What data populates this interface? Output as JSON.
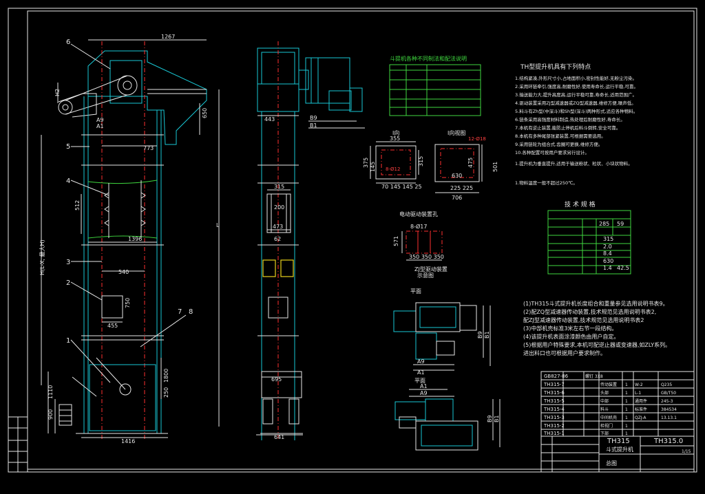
{
  "dims_front": {
    "top_width": "1267",
    "h2": "H2",
    "a9": "A9",
    "a1": "A1",
    "d650": "650",
    "d773": "773",
    "d512": "512",
    "d1396": "1396",
    "d540": "540",
    "d750": "750",
    "d455": "455",
    "d1800": "1800",
    "d250": "250",
    "d1110": "1110",
    "d900": "900",
    "d1416": "1416",
    "h_label": "H(L-X, 最大H)",
    "l_label": "L"
  },
  "part_numbers": [
    "6",
    "5",
    "4",
    "3",
    "2",
    "7",
    "8",
    "1"
  ],
  "dims_side": {
    "d443": "443",
    "b9": "B9",
    "b1": "B1",
    "d315": "315",
    "d200": "200",
    "d473": "473",
    "d62": "62",
    "d695": "695",
    "d641": "641"
  },
  "table1_title": "斗提机各种不同制法和配法说明",
  "opening_views": {
    "in_label": "I向",
    "out_label": "I向视图",
    "d355": "355",
    "d375": "375",
    "d145": "145",
    "d315": "315",
    "in_bottom": "70  145  145  25",
    "d630": "630",
    "d475": "475",
    "d501": "501",
    "d225": "225 225",
    "d706": "706",
    "in_small": "8-Ø12",
    "out_small": "12-Ø18"
  },
  "flange_view": {
    "title": "电动驱动装置孔",
    "small": "8-Ø17",
    "d571": "571",
    "bottom": "350  350  350"
  },
  "drive_view": {
    "title1": "ZJ型驱动装置",
    "title2": "示意图",
    "title3": "平面",
    "a9": "A9",
    "a1": "A1",
    "b9": "B9",
    "b1": "B1",
    "title4": "平面",
    "a1b": "A1",
    "a9b": "A9",
    "b9b": "B9",
    "b1b": "B1"
  },
  "features_title": "TH型提升机具有下列特点",
  "features": [
    "1.结构紧凑,外形尺寸小,占地面积小,密封性能好,无粉尘污染。",
    "2.采用环链牵引,强度高,耐磨性好,使用寿命长,运行平稳,可靠。",
    "3.输送能力大,提升高度高,运行平稳可靠,寿命长,适用范围广。",
    "4.驱动装置采用ZJ型减速器或ZQ型减速器,维修方便,噪声低。",
    "5.料斗有Zh型(中深斗)和Sh型(深斗)两种形式,适应各种物料。",
    "6.链条采用高强度材料制造,热处理后耐磨性好,寿命长。",
    "7.本机有逆止装置,能防止停机后料斗倒转,安全可靠。",
    "8.本机有多种尾部张紧装置,可根据需要选用。",
    "9.采用链轮为组合式,齿圈可更换,维修方便。",
    "10.各种配置可按用户要求另行设计。",
    "1.提升机为垂直提升,适用于输送粉状、粒状、小块状物料。",
    "1.物料温度一般不超过250℃。"
  ],
  "tech_table_title": "技 术 规 格",
  "tech_values": [
    "285",
    "59",
    "315",
    "2.0",
    "8.4",
    "630",
    "1.4",
    "42.5"
  ],
  "notes": [
    "(1)TH315斗式提升机长度组合和重量参见选用说明书表9。",
    "(2)配ZQ型减速器传动装置,技术规范见选用说明书表2,",
    "配ZJ型减速器传动装置,技术规范见选用说明书表2",
    "(3)中部机壳标准3米左右节一段结构。",
    "(4)该提升机表面涂漆颜色由用户自定。",
    "(5)根据用户特殊要求,本机可配逆止器或变速器,如ZLY系列。",
    "进出料口也可根据用户要求制作。"
  ],
  "title_block": {
    "parts": [
      {
        "code": "TH315-7",
        "name": "传动装置",
        "qty": "1"
      },
      {
        "code": "TH315-6",
        "name": "头部",
        "qty": "1"
      },
      {
        "code": "TH315-5",
        "name": "中部",
        "qty": "1"
      },
      {
        "code": "TH315-4",
        "name": "料斗",
        "qty": "1"
      },
      {
        "code": "TH315-3",
        "name": "中间机壳",
        "qty": "1"
      },
      {
        "code": "TH315-2",
        "name": "检视门",
        "qty": "1"
      },
      {
        "code": "TH315-1",
        "name": "下部",
        "qty": "1"
      }
    ],
    "top_code": "GB827-86",
    "top_name": "螺钉 3X8",
    "right_col": [
      "Q235",
      "GB/T50",
      "245-3",
      "384534",
      "13.13.1"
    ],
    "right_col2": [
      "W-2",
      "L-1",
      "通用件",
      "标准件",
      "QZJ-A"
    ],
    "drawing_no": "TH315",
    "drawing_no2": "TH315.0",
    "drawing_name": "斗式提升机",
    "sheet_label": "总图",
    "sheet_no": "1/15"
  }
}
